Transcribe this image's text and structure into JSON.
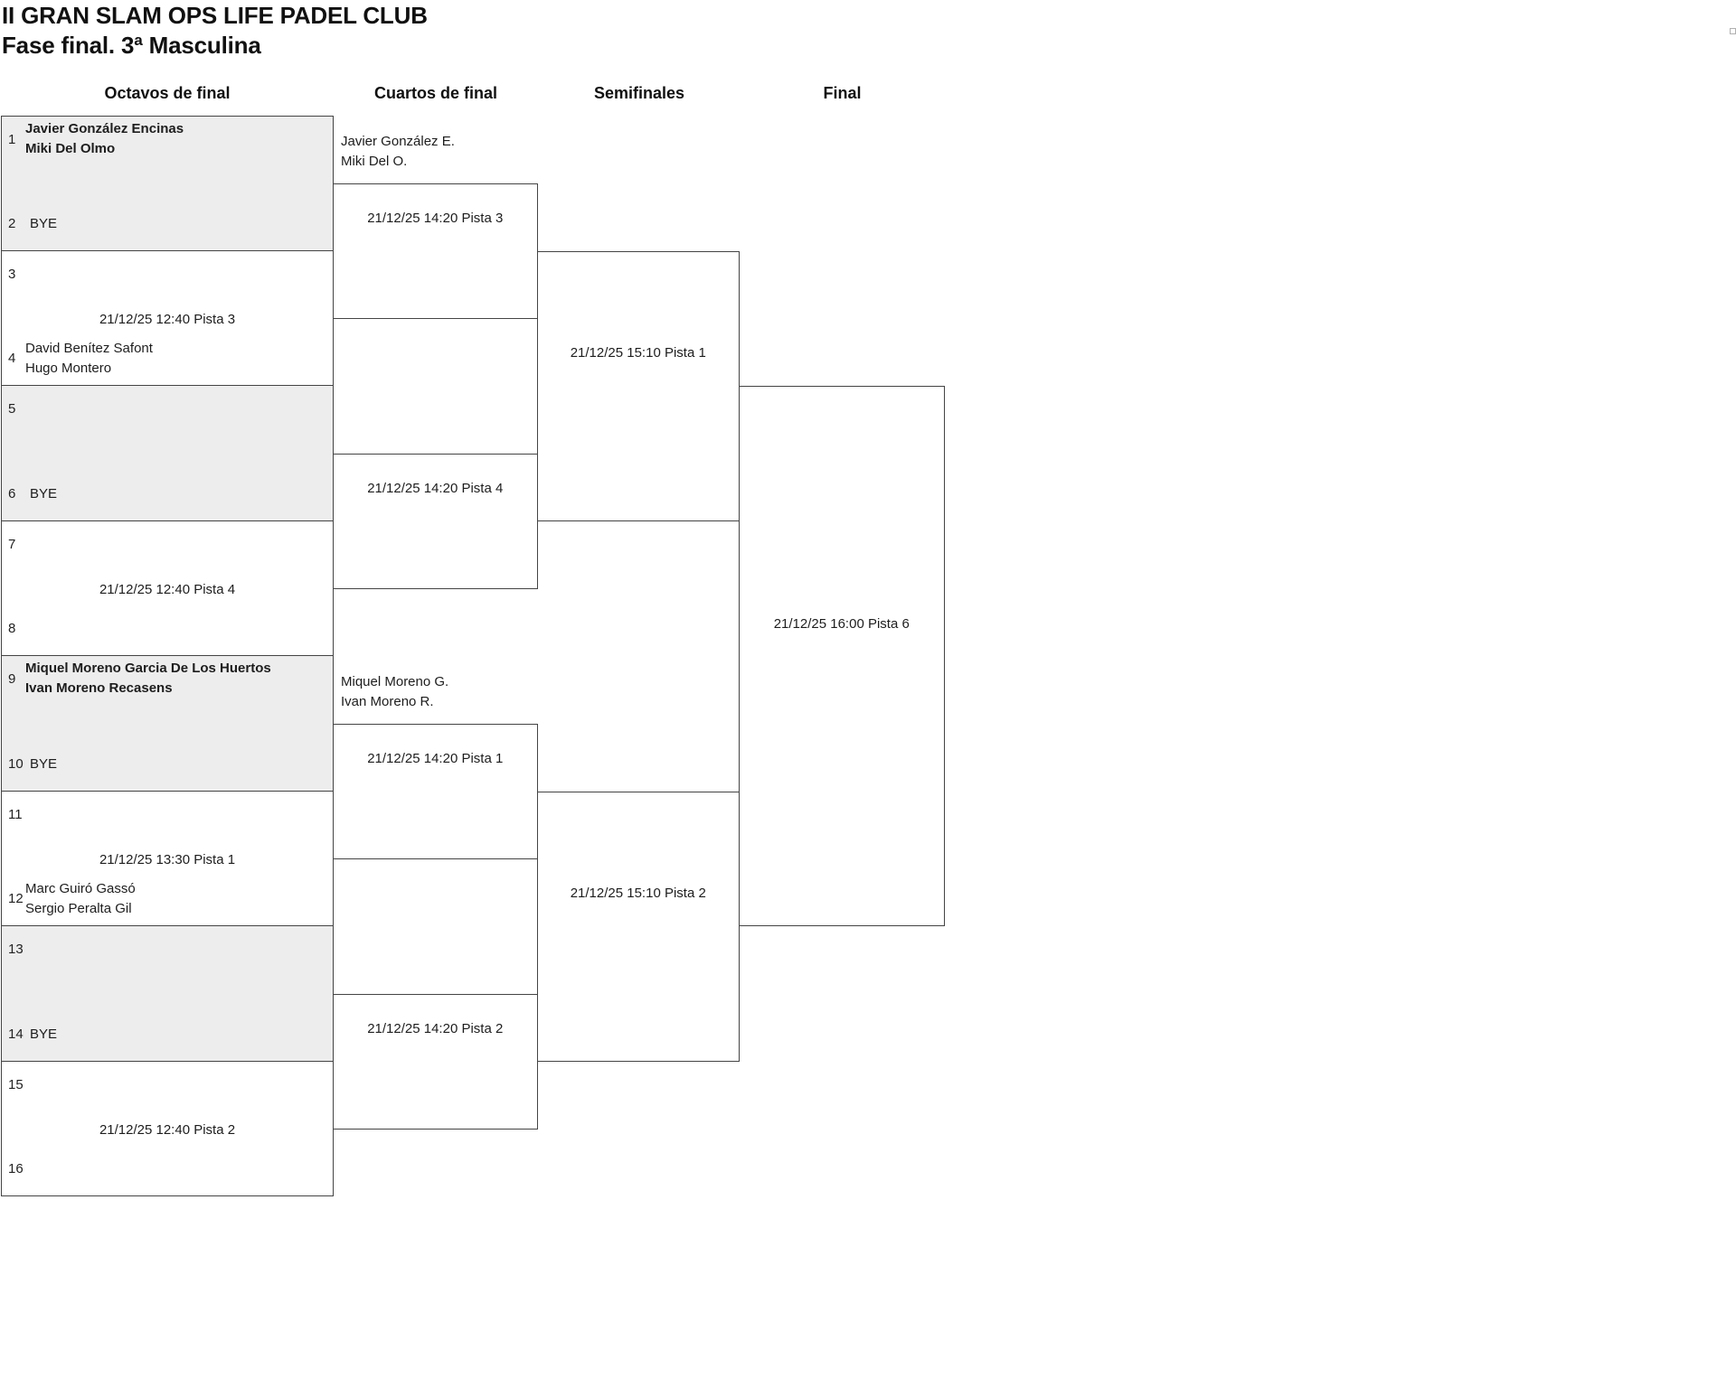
{
  "header": {
    "title": "II GRAN SLAM OPS LIFE PADEL CLUB",
    "subtitle": "Fase final. 3ª Masculina"
  },
  "round_headers": [
    {
      "label": "Octavos de final"
    },
    {
      "label": "Cuartos de final"
    },
    {
      "label": "Semifinales"
    },
    {
      "label": "Final"
    }
  ],
  "rounds": {
    "octavos": [
      {
        "bye": true,
        "top": {
          "seed": "1",
          "seeded": true,
          "players": [
            "Javier González Encinas",
            "Miki Del Olmo"
          ]
        },
        "bottom": {
          "seed": "2",
          "bye_label": "BYE"
        }
      },
      {
        "bye": false,
        "schedule": "21/12/25 12:40 Pista 3",
        "top": {
          "seed": "3"
        },
        "bottom": {
          "seed": "4",
          "players": [
            "David Benítez Safont",
            "Hugo Montero"
          ]
        }
      },
      {
        "bye": true,
        "top": {
          "seed": "5"
        },
        "bottom": {
          "seed": "6",
          "bye_label": "BYE"
        }
      },
      {
        "bye": false,
        "schedule": "21/12/25 12:40 Pista 4",
        "top": {
          "seed": "7"
        },
        "bottom": {
          "seed": "8"
        }
      },
      {
        "bye": true,
        "top": {
          "seed": "9",
          "seeded": true,
          "players": [
            "Miquel Moreno Garcia De Los Huertos",
            "Ivan Moreno Recasens"
          ]
        },
        "bottom": {
          "seed": "10",
          "bye_label": "BYE"
        }
      },
      {
        "bye": false,
        "schedule": "21/12/25 13:30 Pista 1",
        "top": {
          "seed": "11"
        },
        "bottom": {
          "seed": "12",
          "players": [
            "Marc Guiró Gassó",
            "Sergio Peralta Gil"
          ]
        }
      },
      {
        "bye": true,
        "top": {
          "seed": "13"
        },
        "bottom": {
          "seed": "14",
          "bye_label": "BYE"
        }
      },
      {
        "bye": false,
        "schedule": "21/12/25 12:40 Pista 2",
        "top": {
          "seed": "15"
        },
        "bottom": {
          "seed": "16"
        }
      }
    ],
    "cuartos": [
      {
        "advancing": [
          "Javier González E.",
          "Miki Del O."
        ],
        "schedule": "21/12/25 14:20 Pista 3"
      },
      {
        "schedule": "21/12/25 14:20 Pista 4"
      },
      {
        "advancing": [
          "Miquel Moreno G.",
          "Ivan Moreno R."
        ],
        "schedule": "21/12/25 14:20 Pista 1"
      },
      {
        "schedule": "21/12/25 14:20 Pista 2"
      }
    ],
    "semifinales": [
      {
        "schedule": "21/12/25 15:10 Pista 1"
      },
      {
        "schedule": "21/12/25 15:10 Pista 2"
      }
    ],
    "final": [
      {
        "schedule": "21/12/25 16:00 Pista 6"
      }
    ]
  },
  "colors": {
    "bye_fill": "#ededed",
    "line": "#444444",
    "ink": "#1d1d1d",
    "artifact": "#b0b0b0"
  }
}
